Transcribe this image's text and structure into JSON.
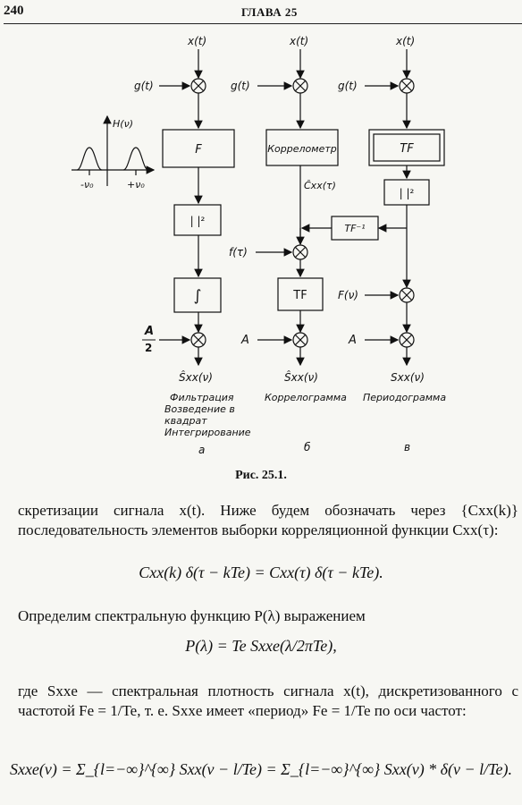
{
  "header": {
    "page_number": "240",
    "chapter": "ГЛАВА 25"
  },
  "figure": {
    "inputs": {
      "x1": "x(t)",
      "x2": "x(t)",
      "x3": "x(t)",
      "g1": "g(t)",
      "g2": "g(t)",
      "g3": "g(t)"
    },
    "filter_plot": {
      "axis_label": "H(ν)",
      "tick_left": "-ν₀",
      "tick_right": "+ν₀"
    },
    "column_a": {
      "block_filter": "F",
      "block_square": "| |²",
      "block_integrator": "∫",
      "gain_num": "A",
      "gain_den": "2",
      "output": "Ŝxx(ν)",
      "desc_lines": [
        "Фильтрация",
        "Возведение в",
        "квадрат",
        "Интегрирование"
      ],
      "letter": "а"
    },
    "column_b": {
      "block_correlometer": "Коррелометр",
      "corr_output": "Ĉxx(τ)",
      "mult_input": "f(τ)",
      "block_tf": "TF",
      "gain": "A",
      "output": "Ŝxx(ν)",
      "desc": "Коррелограмма",
      "letter": "б"
    },
    "column_c": {
      "block_tf": "TF",
      "block_square": "| |²",
      "block_inverse": "TF⁻¹",
      "mult_input": "F(ν)",
      "gain": "A",
      "output": "Sxx(ν)",
      "desc": "Периодограмма",
      "letter": "в"
    }
  },
  "caption": "Рис. 25.1.",
  "text": {
    "p1": "скретизации сигнала x(t). Ниже будем обозначать через {Cxx(k)} последовательность элементов выборки корреляционной функции Cxx(τ):",
    "eq1": "Cxx(k) δ(τ − kTe) = Cxx(τ) δ(τ − kTe).",
    "p2": "Определим спектральную функцию P(λ) выражением",
    "eq2": "P(λ) = Te Sxxe(λ/2πTe),",
    "p3": "где Sxxe — спектральная плотность сигнала x(t), дискретизованного с частотой Fe = 1/Te, т. е. Sxxe имеет «период» Fe = 1/Te по оси частот:",
    "eq3": "Sxxe(ν) = Σ_{l=−∞}^{∞} Sxx(ν − l/Te) = Σ_{l=−∞}^{∞} Sxx(ν) * δ(ν − l/Te)."
  }
}
